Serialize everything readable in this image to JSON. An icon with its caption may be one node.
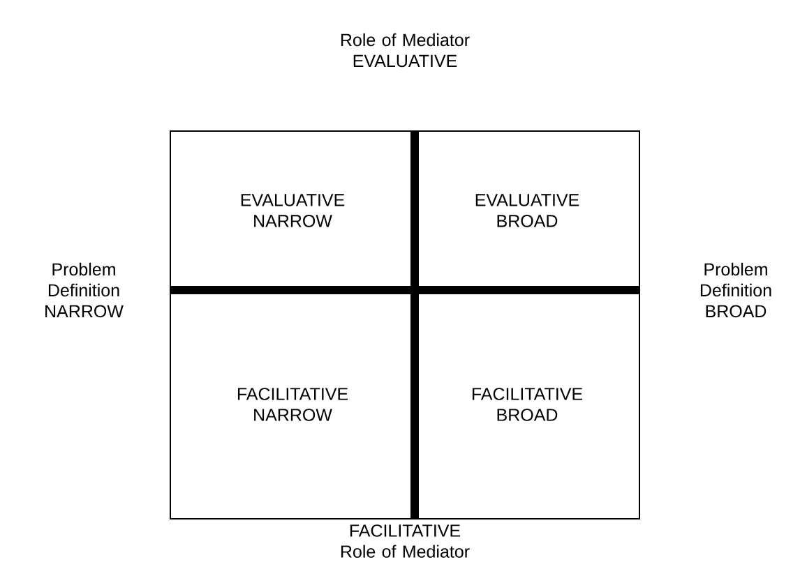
{
  "diagram": {
    "nodes": [
      {
        "text": [
          "EVALUATIVE NARROW"
        ]
      },
      {
        "text": [
          "EVALUATIVE BROAD"
        ]
      },
      {
        "text": [
          "FACILITATIVE NARROW"
        ]
      },
      {
        "text": [
          "FACILITATIVE BROAD"
        ]
      }
    ],
    "labels": [
      "Role of Mediator EVALUATIVE",
      "Problem Definition NARROW",
      "Problem Definition BROAD",
      "FACILITATIVE Role of Mediator"
    ]
  }
}
